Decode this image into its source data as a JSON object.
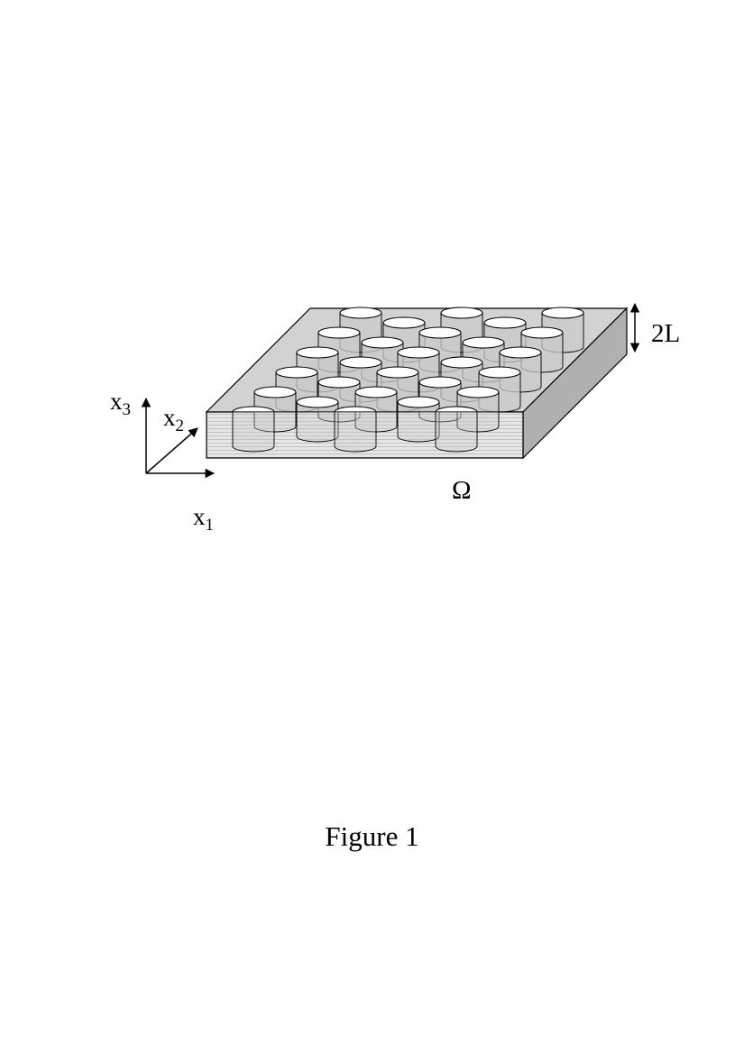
{
  "labels": {
    "x3_base": "x",
    "x3_sub": "3",
    "x2_base": "x",
    "x2_sub": "2",
    "x1_base": "x",
    "x1_sub": "1",
    "thickness": "2L",
    "domain": "Ω"
  },
  "caption": "Figure 1",
  "colors": {
    "slab_top": "#d2d2d2",
    "slab_right": "#b0b0b0",
    "slab_front": "#e6e6e6",
    "cylinder_body": "#c9c9c9",
    "cylinder_cap": "#ffffff",
    "stroke": "#000000"
  }
}
